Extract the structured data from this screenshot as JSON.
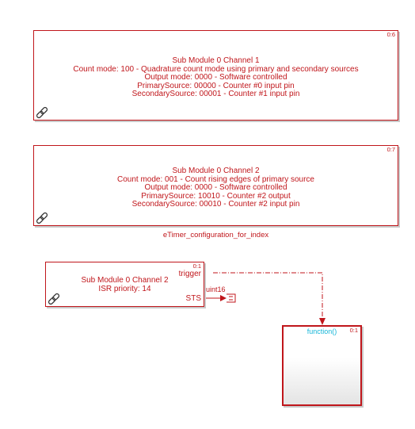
{
  "block_1": {
    "lines": [
      "Sub Module 0 Channel 1",
      "Count mode: 100 - Quadrature count mode using primary and secondary sources",
      "Output mode: 0000 - Software controlled",
      "PrimarySource: 00000 - Counter #0 input pin",
      "SecondarySource: 00001 - Counter #1 input pin"
    ],
    "tag": "0:6"
  },
  "block_2": {
    "lines": [
      "Sub Module 0 Channel 2",
      "Count mode: 001 - Count rising edges of primary source",
      "Output mode: 0000 - Software controlled",
      "PrimarySource: 10010 - Counter #2 output",
      "SecondarySource: 00010 - Counter #2 input pin"
    ],
    "tag": "0:7",
    "caption": "eTimer_configuration_for_index"
  },
  "isr_block": {
    "lines": [
      "Sub Module 0 Channel 2",
      "ISR priority: 14"
    ],
    "tag": "0:1",
    "ports": {
      "trigger": "trigger",
      "sts": "STS"
    },
    "sts_signal_type": "uint16"
  },
  "function_block": {
    "port": "function()",
    "tag": "0:1"
  },
  "colors": {
    "block_border": "#c0161b",
    "text": "#c0161b",
    "function_port": "#17b6d8"
  },
  "icons": [
    "link-icon",
    "terminator-icon",
    "arrow-icon"
  ]
}
